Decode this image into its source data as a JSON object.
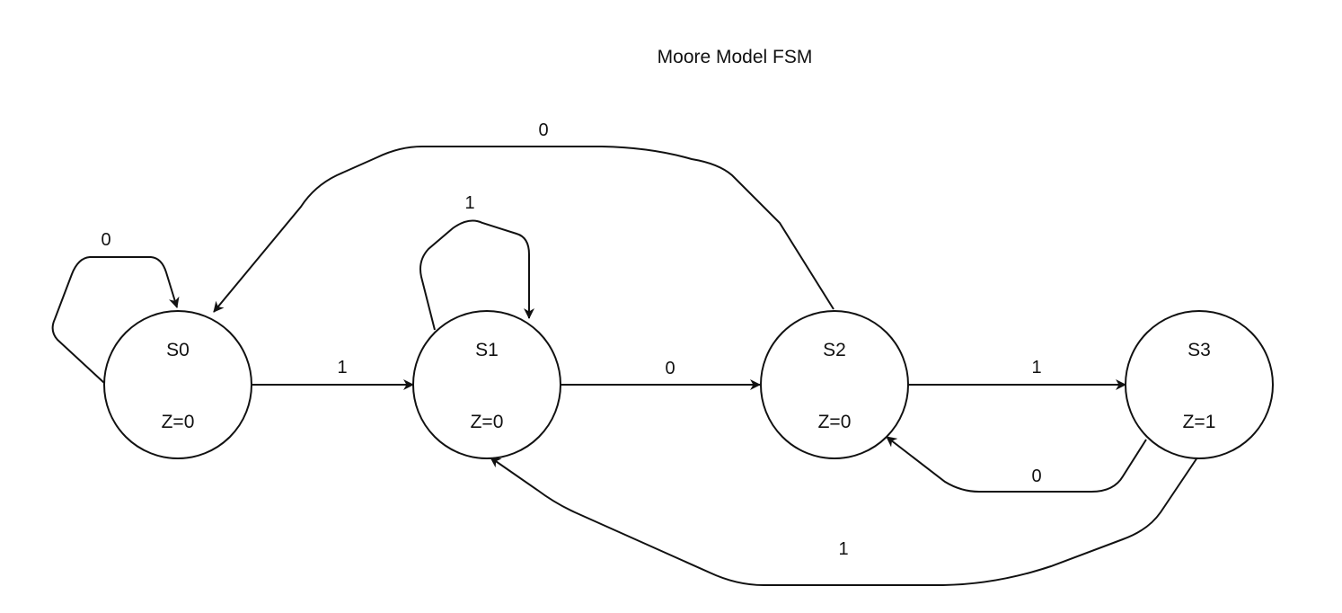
{
  "title": "Moore Model FSM",
  "states": [
    {
      "id": "S0",
      "name": "S0",
      "output": "Z=0"
    },
    {
      "id": "S1",
      "name": "S1",
      "output": "Z=0"
    },
    {
      "id": "S2",
      "name": "S2",
      "output": "Z=0"
    },
    {
      "id": "S3",
      "name": "S3",
      "output": "Z=1"
    }
  ],
  "transitions": [
    {
      "from": "S0",
      "to": "S0",
      "input": "0"
    },
    {
      "from": "S0",
      "to": "S1",
      "input": "1"
    },
    {
      "from": "S1",
      "to": "S1",
      "input": "1"
    },
    {
      "from": "S1",
      "to": "S2",
      "input": "0"
    },
    {
      "from": "S2",
      "to": "S0",
      "input": "0"
    },
    {
      "from": "S2",
      "to": "S3",
      "input": "1"
    },
    {
      "from": "S3",
      "to": "S2",
      "input": "0"
    },
    {
      "from": "S3",
      "to": "S1",
      "input": "1"
    }
  ],
  "colors": {
    "stroke": "#111111",
    "background": "#ffffff"
  }
}
